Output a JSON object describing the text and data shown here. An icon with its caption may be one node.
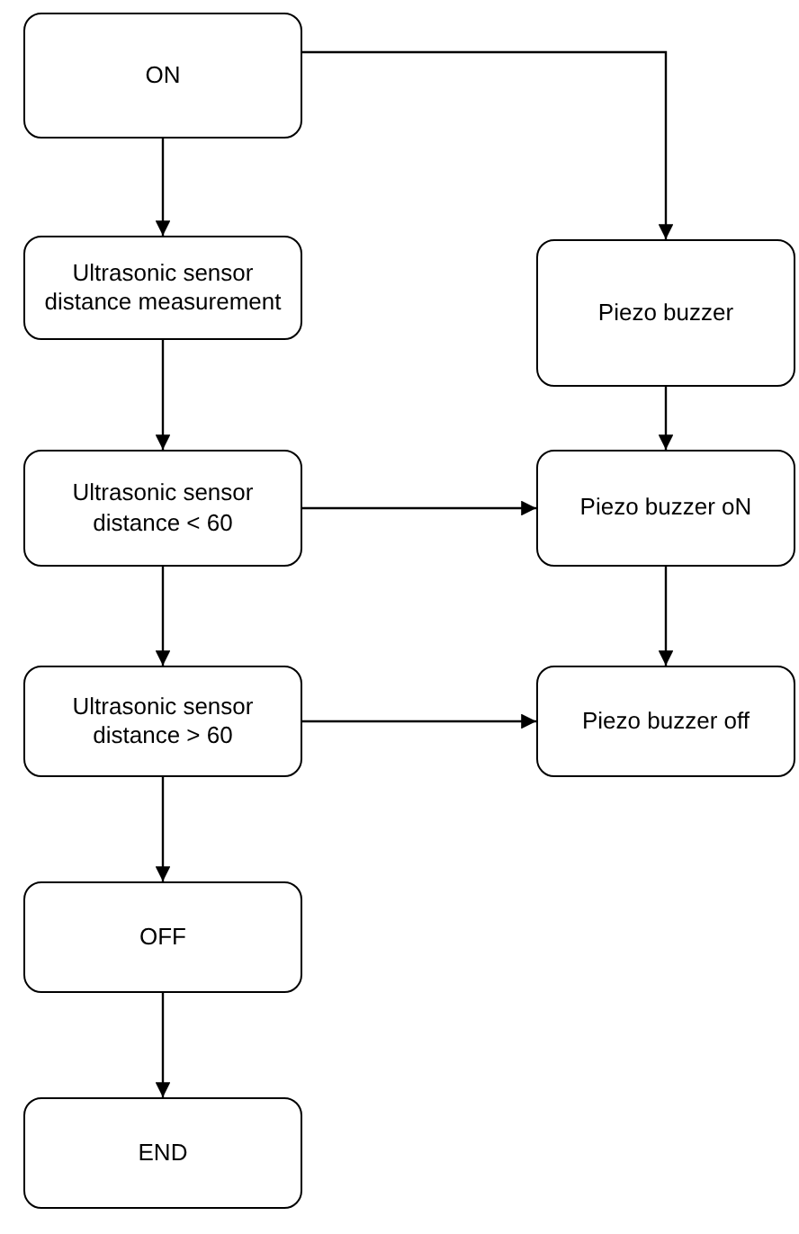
{
  "diagram": {
    "nodes": [
      {
        "text": [
          "ON"
        ]
      },
      {
        "text": [
          "Ultrasonic sensor distance measurement"
        ]
      },
      {
        "text": [
          "Ultrasonic sensor distance < 60"
        ]
      },
      {
        "text": [
          "Ultrasonic sensor distance > 60"
        ]
      },
      {
        "text": [
          "OFF"
        ]
      },
      {
        "text": [
          "END"
        ]
      },
      {
        "text": [
          "Piezo buzzer"
        ]
      },
      {
        "text": [
          "Piezo buzzer oN"
        ]
      },
      {
        "text": [
          "Piezo buzzer off"
        ]
      }
    ],
    "edges": [
      {
        "from": 0,
        "to": 1,
        "arrow": "to"
      },
      {
        "from": 0,
        "to": 6,
        "arrow": "to"
      },
      {
        "from": 1,
        "to": 2,
        "arrow": "to"
      },
      {
        "from": 2,
        "to": 3,
        "arrow": "to"
      },
      {
        "from": 3,
        "to": 4,
        "arrow": "to"
      },
      {
        "from": 4,
        "to": 5,
        "arrow": "to"
      },
      {
        "from": 6,
        "to": 7,
        "arrow": "to"
      },
      {
        "from": 7,
        "to": 8,
        "arrow": "to"
      },
      {
        "from": 2,
        "to": 7,
        "arrow": "to"
      },
      {
        "from": 3,
        "to": 8,
        "arrow": "to"
      }
    ]
  }
}
